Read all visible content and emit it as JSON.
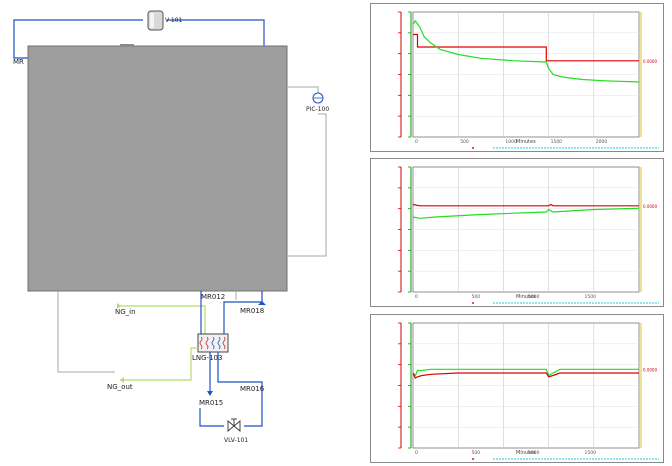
{
  "flowsheet": {
    "labels": {
      "v101": "V-101",
      "mr_left": "MR",
      "pic100": "PIC-100",
      "mr012": "MR012",
      "mr018": "MR018",
      "ng_in": "NG_in",
      "lng103": "LNG-103",
      "ng_out": "NG_out",
      "mr015": "MR015",
      "mr016": "MR016",
      "vlv101": "VLV-101"
    },
    "colors": {
      "stream_blue": "#1f52c4",
      "stream_green": "#b4dc6a",
      "block_fill": "#9e9e9e",
      "line_gray": "#a8a8a8"
    }
  },
  "plots": [
    {
      "xlabel": "Minutes",
      "ticks": [
        "0",
        "500",
        "1000",
        "1500",
        "2000"
      ],
      "right_tag": "0.0000",
      "colors": {
        "axis_left": "#00a000",
        "axis_left2": "#d00000",
        "axis_right": "#e0c020"
      }
    },
    {
      "xlabel": "Minutes",
      "ticks": [
        "0",
        "500",
        "1000",
        "1500"
      ],
      "right_tag": "0.0000",
      "colors": {
        "axis_left": "#00a000",
        "axis_left2": "#d00000",
        "axis_right": "#e0c020"
      }
    },
    {
      "xlabel": "Minutes",
      "ticks": [
        "0",
        "500",
        "1000",
        "1500"
      ],
      "right_tag": "0.0000",
      "colors": {
        "axis_left": "#00a000",
        "axis_left2": "#d00000",
        "axis_right": "#e0c020"
      }
    }
  ],
  "chart_data": [
    {
      "type": "line",
      "xlabel": "Minutes",
      "xlim": [
        0,
        100
      ],
      "ylim": [
        0,
        100
      ],
      "series": [
        {
          "color": "#e00000",
          "x": [
            0,
            2,
            2,
            59,
            59,
            100
          ],
          "y": [
            82,
            82,
            72,
            72,
            61,
            61
          ]
        },
        {
          "color": "#22dd22",
          "x": [
            0,
            1,
            3,
            5,
            8,
            12,
            20,
            30,
            45,
            59,
            60,
            62,
            66,
            75,
            85,
            100
          ],
          "y": [
            90,
            93,
            88,
            80,
            75,
            70,
            66,
            63,
            61,
            60,
            55,
            50,
            48,
            46,
            45,
            44
          ]
        }
      ]
    },
    {
      "type": "line",
      "xlabel": "Minutes",
      "xlim": [
        0,
        100
      ],
      "ylim": [
        0,
        100
      ],
      "series": [
        {
          "color": "#e00000",
          "x": [
            0,
            3,
            10,
            30,
            60,
            61,
            62,
            100
          ],
          "y": [
            70,
            69,
            69,
            69,
            69,
            70,
            69,
            69
          ]
        },
        {
          "color": "#22dd22",
          "x": [
            0,
            3,
            10,
            30,
            59,
            60,
            62,
            80,
            100
          ],
          "y": [
            60,
            59,
            60,
            62,
            64,
            66,
            64,
            66,
            67
          ]
        }
      ]
    },
    {
      "type": "line",
      "xlabel": "Minutes",
      "xlim": [
        0,
        100
      ],
      "ylim": [
        0,
        100
      ],
      "series": [
        {
          "color": "#22dd22",
          "x": [
            0,
            1,
            2,
            4,
            8,
            20,
            40,
            59,
            60,
            62,
            65,
            80,
            100
          ],
          "y": [
            60,
            58,
            62,
            62,
            63,
            63,
            63,
            63,
            58,
            60,
            63,
            63,
            63
          ]
        },
        {
          "color": "#e00000",
          "x": [
            0,
            1,
            2,
            4,
            8,
            20,
            40,
            59,
            60,
            62,
            65,
            80,
            100
          ],
          "y": [
            60,
            56,
            57,
            58,
            59,
            60,
            60,
            60,
            57,
            58,
            60,
            60,
            60
          ]
        }
      ]
    }
  ]
}
